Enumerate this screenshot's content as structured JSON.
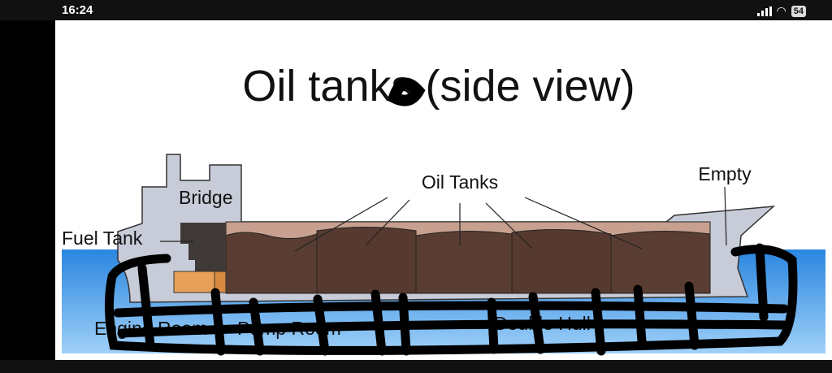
{
  "status_bar": {
    "time": "16:24",
    "battery": "54"
  },
  "slide": {
    "title": "Oil tanks (side view)",
    "labels": {
      "oil_tanks": "Oil Tanks",
      "empty": "Empty",
      "bridge": "Bridge",
      "fuel_tank": "Fuel Tank",
      "engine_room": "Engine Room",
      "pump_room": "Pump Room",
      "double_hull": "Double Hull"
    }
  },
  "colors": {
    "water": "#3b97e8",
    "hull": "#c8ccd8",
    "oil": "#5a3d32",
    "pump": "#e8a058",
    "fuel": "#3f3a38"
  }
}
